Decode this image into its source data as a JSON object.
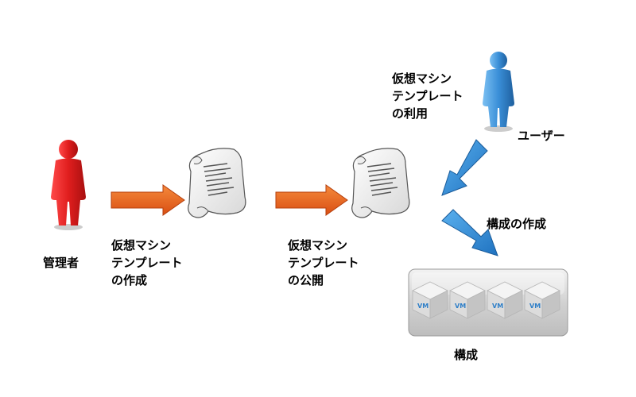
{
  "labels": {
    "admin": "管理者",
    "user": "ユーザー",
    "create_template": [
      "仮想マシン",
      "テンプレート",
      "の作成"
    ],
    "publish_template": [
      "仮想マシン",
      "テンプレート",
      "の公開"
    ],
    "use_template": [
      "仮想マシン",
      "テンプレート",
      "の利用"
    ],
    "create_config": "構成の作成",
    "config": "構成"
  },
  "vm_badge": "VM",
  "colors": {
    "admin_figure": "#e01e1e",
    "user_figure": "#3a8fd8",
    "orange_arrow": "#e8641e",
    "blue_arrow": "#2f8ad6",
    "tray": "#d4d4d4"
  }
}
